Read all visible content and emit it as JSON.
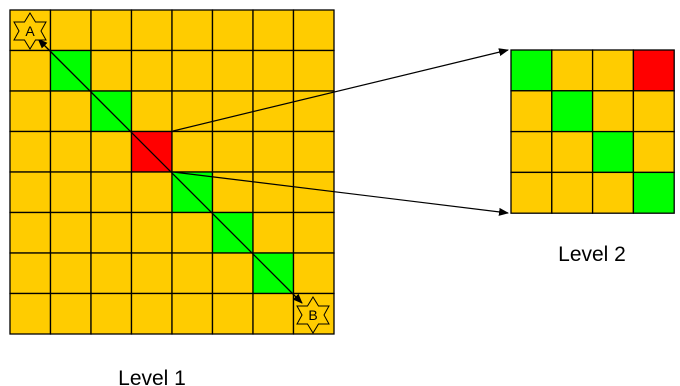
{
  "colors": {
    "cell_default": "#ffcc00",
    "cell_path": "#00ff00",
    "cell_highlight": "#ff0000",
    "grid_line": "#000000"
  },
  "level1": {
    "caption": "Level 1",
    "rows": 8,
    "cols": 8,
    "path_cells": [
      [
        1,
        1
      ],
      [
        2,
        2
      ],
      [
        4,
        4
      ],
      [
        5,
        5
      ],
      [
        6,
        6
      ]
    ],
    "highlight_cells": [
      [
        3,
        3
      ]
    ],
    "start_marker": {
      "label": "A",
      "row": 0,
      "col": 0,
      "icon": "star-of-david-icon"
    },
    "end_marker": {
      "label": "B",
      "row": 7,
      "col": 7,
      "icon": "star-of-david-icon"
    }
  },
  "level2": {
    "caption": "Level 2",
    "rows": 4,
    "cols": 4,
    "path_cells": [
      [
        0,
        0
      ],
      [
        1,
        1
      ],
      [
        2,
        2
      ],
      [
        3,
        3
      ]
    ],
    "highlight_cells": [
      [
        0,
        3
      ]
    ]
  }
}
